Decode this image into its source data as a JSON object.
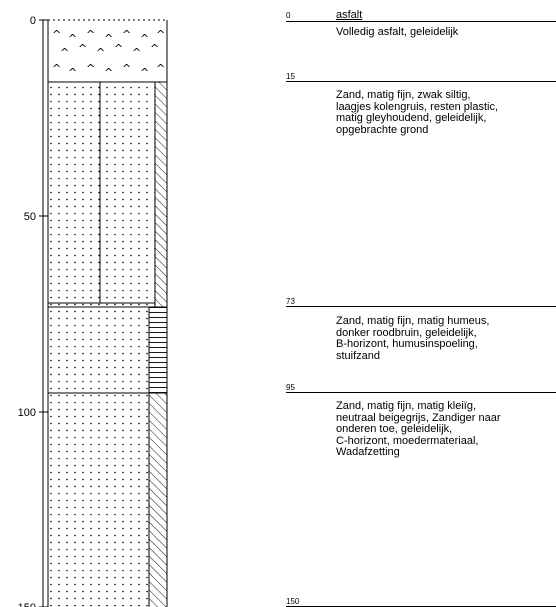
{
  "depth_axis": {
    "ticks": [
      "0",
      "50",
      "100",
      "150"
    ]
  },
  "layers": [
    {
      "top": "0",
      "name": "asfalt",
      "description": "Volledig asfalt, geleidelijk",
      "pattern": "asphalt-caret"
    },
    {
      "top": "15",
      "name": "",
      "description": "Zand, matig fijn, zwak siltig,\nlaagjes kolengruis, resten plastic,\nmatig gleyhoudend, geleidelijk,\nopgebrachte grond",
      "pattern": "sand-dots-with-fill-divider-diagonal"
    },
    {
      "top": "73",
      "name": "",
      "description": "Zand, matig fijn, matig humeus,\ndonker roodbruin, geleidelijk,\nB-horizont, humusinspoeling,\nstuifzand",
      "pattern": "sand-dots-horizontal-lines"
    },
    {
      "top": "95",
      "name": "",
      "description": "Zand, matig fijn, matig kleiïg,\nneutraal beigegrijs, Zandiger naar\nonderen toe, geleidelijk,\nC-horizont, moedermateriaal,\nWadafzetting",
      "pattern": "sand-dots-diagonal"
    },
    {
      "top": "150",
      "name": "",
      "description": "",
      "pattern": ""
    }
  ]
}
